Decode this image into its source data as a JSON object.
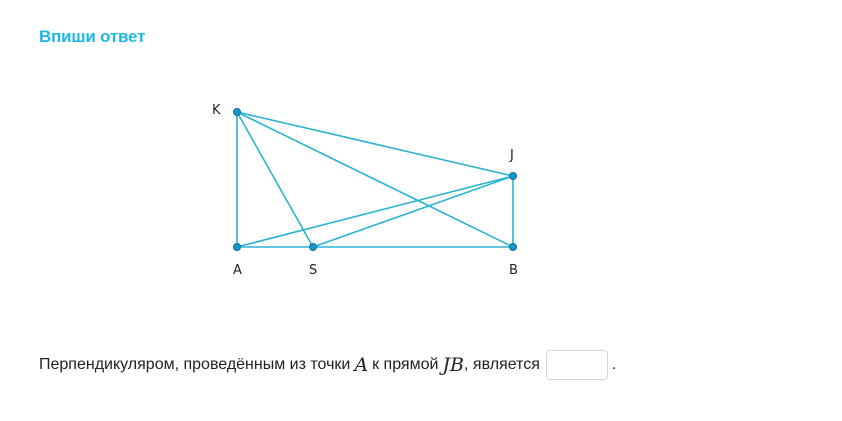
{
  "heading": "Впиши ответ",
  "diagram": {
    "labels": {
      "K": "K",
      "J": "J",
      "A": "A",
      "S": "S",
      "B": "B"
    }
  },
  "question": {
    "before_a": "Перпендикуляром, проведённым из точки",
    "point": "A",
    "middle": "к прямой",
    "line": "JB",
    "after_line": ", является",
    "end": ".",
    "answer_value": ""
  },
  "colors": {
    "heading": "#1fb8e6",
    "lines": "#2bb3d3",
    "points": "#1596c9"
  }
}
